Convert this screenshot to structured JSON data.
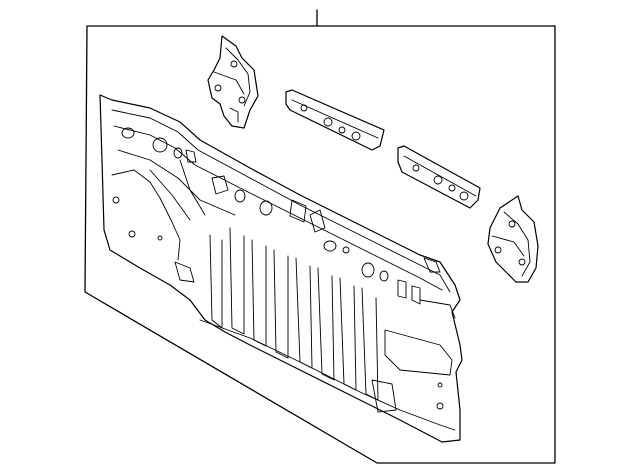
{
  "diagram": {
    "stroke_color": "#000000",
    "background_color": "#ffffff",
    "parts": [
      {
        "id": "rear-body-panel",
        "icon": "rear-panel-drawing"
      },
      {
        "id": "upper-left-bracket",
        "icon": "bracket-drawing"
      },
      {
        "id": "upper-left-reinforcement",
        "icon": "reinforcement-strip-drawing"
      },
      {
        "id": "upper-right-reinforcement",
        "icon": "reinforcement-strip-drawing"
      },
      {
        "id": "right-bracket",
        "icon": "bracket-drawing"
      }
    ]
  }
}
